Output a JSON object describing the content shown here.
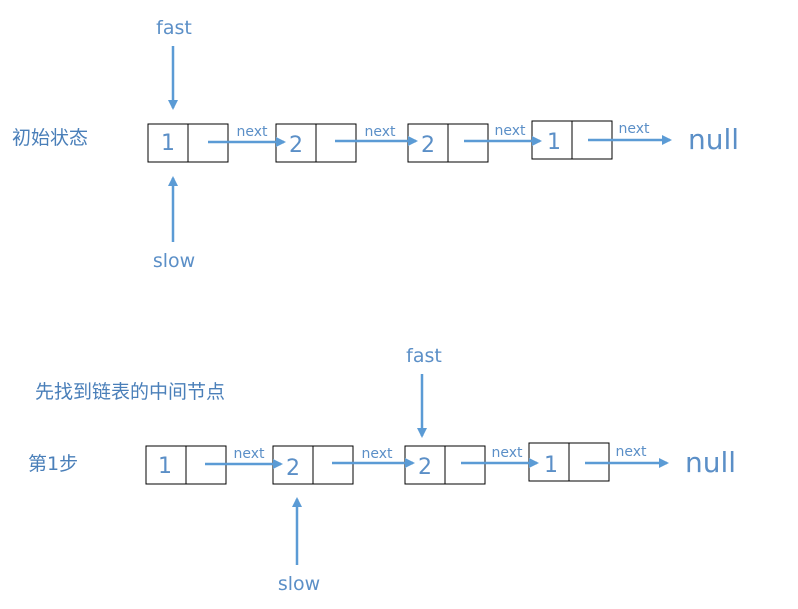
{
  "labels": {
    "initial_state": "初始状态",
    "find_middle": "先找到链表的中间节点",
    "step1": "第1步"
  },
  "pointers": {
    "fast": "fast",
    "slow": "slow",
    "next": "next",
    "null": "null"
  },
  "initial_list": {
    "values": [
      "1",
      "2",
      "2",
      "1"
    ]
  },
  "step1_list": {
    "values": [
      "1",
      "2",
      "2",
      "1"
    ]
  },
  "colors": {
    "arrow": "#5b9bd5",
    "text": "#5b8fc7",
    "box_border": "#000000"
  }
}
